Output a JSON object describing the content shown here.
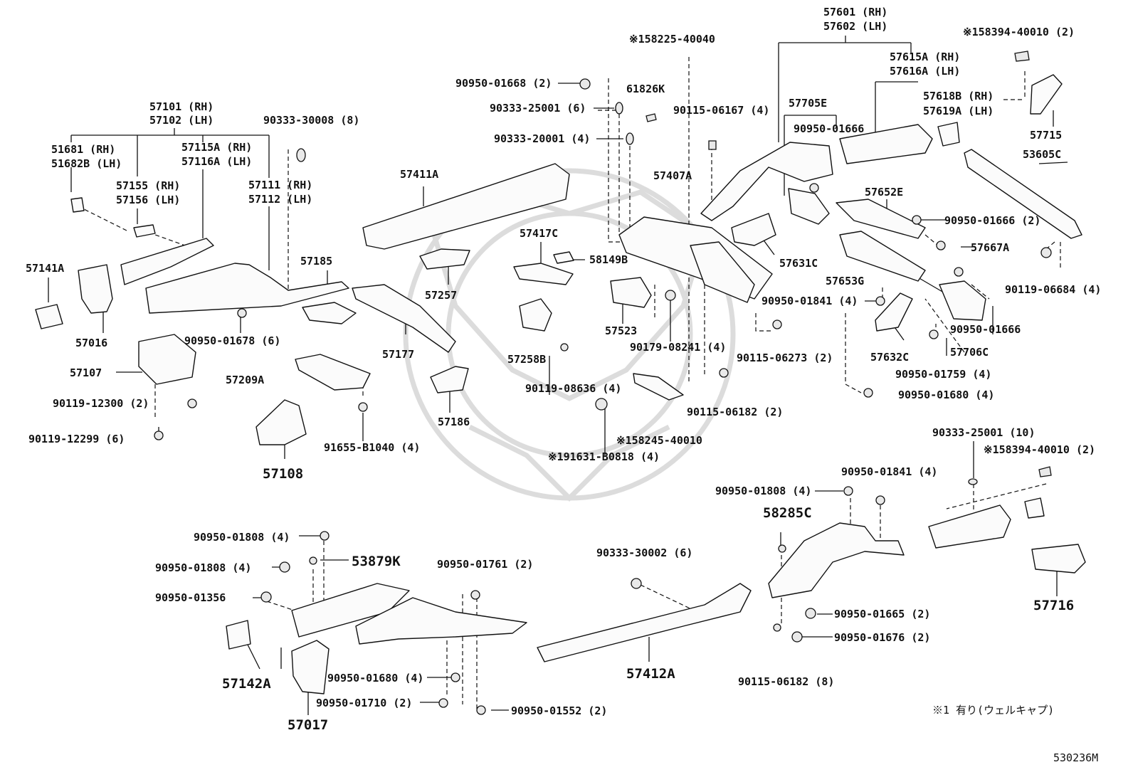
{
  "diagram": {
    "footnote": "※1 有り(ウェルキャプ)",
    "illustration_code": "530236M",
    "labels": [
      {
        "text": "57601 (RH)"
      },
      {
        "text": "57602 (LH)"
      },
      {
        "text": "※158225-40040"
      },
      {
        "text": "※158394-40010 (2)"
      },
      {
        "text": "57615A (RH)"
      },
      {
        "text": "57616A (LH)"
      },
      {
        "text": "90950-01668 (2)"
      },
      {
        "text": "61826K"
      },
      {
        "text": "57618B (RH)"
      },
      {
        "text": "57619A (LH)"
      },
      {
        "text": "90333-25001 (6)"
      },
      {
        "text": "57705E"
      },
      {
        "text": "90115-06167 (4)"
      },
      {
        "text": "90950-01666"
      },
      {
        "text": "57715"
      },
      {
        "text": "57101 (RH)"
      },
      {
        "text": "57102 (LH)"
      },
      {
        "text": "90333-20001 (4)"
      },
      {
        "text": "90333-30008 (8)"
      },
      {
        "text": "53605C"
      },
      {
        "text": "51681 (RH)"
      },
      {
        "text": "51682B (LH)"
      },
      {
        "text": "57115A (RH)"
      },
      {
        "text": "57116A (LH)"
      },
      {
        "text": "57407A"
      },
      {
        "text": "57411A"
      },
      {
        "text": "57652E"
      },
      {
        "text": "57155 (RH)"
      },
      {
        "text": "57156 (LH)"
      },
      {
        "text": "57111 (RH)"
      },
      {
        "text": "57112 (LH)"
      },
      {
        "text": "90950-01666 (2)"
      },
      {
        "text": "57417C"
      },
      {
        "text": "57667A"
      },
      {
        "text": "57141A"
      },
      {
        "text": "57185"
      },
      {
        "text": "58149B"
      },
      {
        "text": "57631C"
      },
      {
        "text": "57653G"
      },
      {
        "text": "90119-06684 (4)"
      },
      {
        "text": "57257"
      },
      {
        "text": "90950-01841 (4)"
      },
      {
        "text": "57523"
      },
      {
        "text": "90950-01666"
      },
      {
        "text": "57016"
      },
      {
        "text": "90950-01678 (6)"
      },
      {
        "text": "90179-08241 (4)"
      },
      {
        "text": "57632C"
      },
      {
        "text": "57706C"
      },
      {
        "text": "57177"
      },
      {
        "text": "57258B"
      },
      {
        "text": "90115-06273 (2)"
      },
      {
        "text": "57107"
      },
      {
        "text": "57209A"
      },
      {
        "text": "90950-01759 (4)"
      },
      {
        "text": "90119-08636 (4)"
      },
      {
        "text": "90119-12300 (2)"
      },
      {
        "text": "90950-01680 (4)"
      },
      {
        "text": "90115-06182 (2)"
      },
      {
        "text": "57186"
      },
      {
        "text": "90119-12299 (6)"
      },
      {
        "text": "※158245-40010"
      },
      {
        "text": "90333-25001 (10)"
      },
      {
        "text": "91655-B1040 (4)"
      },
      {
        "text": "※191631-B0818 (4)"
      },
      {
        "text": "※158394-40010 (2)"
      },
      {
        "text": "57108"
      },
      {
        "text": "90950-01841 (4)"
      },
      {
        "text": "90950-01808 (4)"
      },
      {
        "text": "58285C"
      },
      {
        "text": "90950-01808 (4)"
      },
      {
        "text": "53879K"
      },
      {
        "text": "90950-01761 (2)"
      },
      {
        "text": "90333-30002 (6)"
      },
      {
        "text": "90950-01808 (4)"
      },
      {
        "text": "90950-01356"
      },
      {
        "text": "90950-01665 (2)"
      },
      {
        "text": "57716"
      },
      {
        "text": "90950-01676 (2)"
      },
      {
        "text": "57142A"
      },
      {
        "text": "57412A"
      },
      {
        "text": "90950-01680 (4)"
      },
      {
        "text": "90115-06182 (8)"
      },
      {
        "text": "90950-01710 (2)"
      },
      {
        "text": "90950-01552 (2)"
      },
      {
        "text": "57017"
      }
    ]
  }
}
